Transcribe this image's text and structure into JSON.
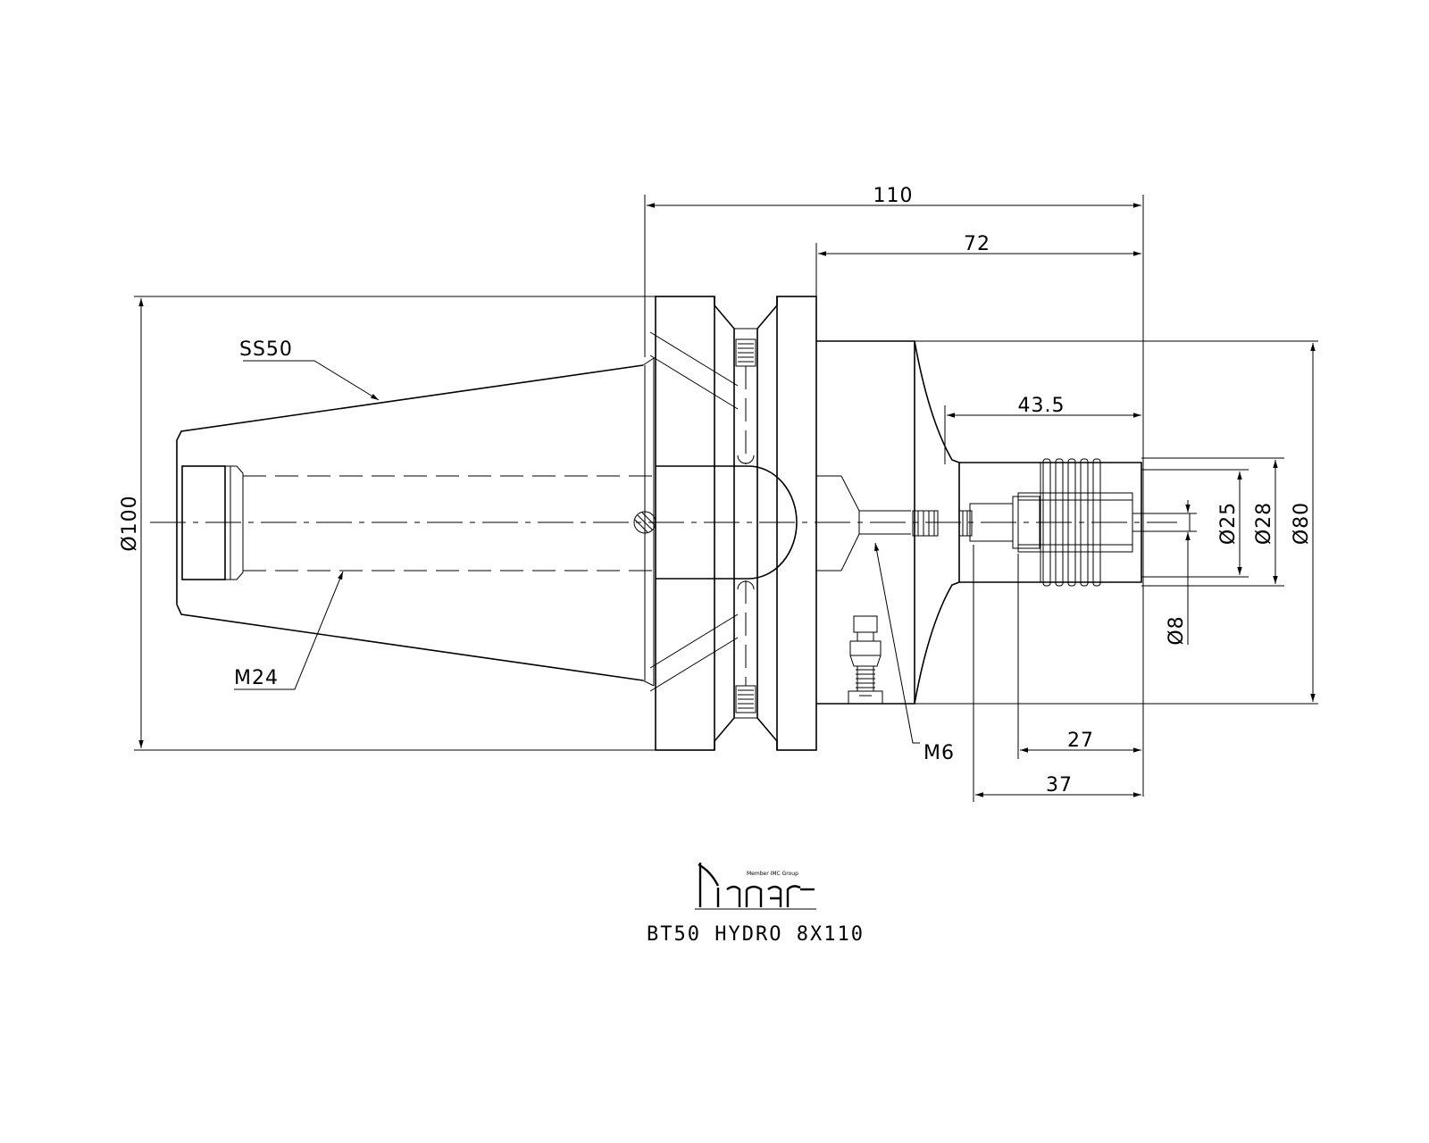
{
  "dimensions": {
    "overall_length": "110",
    "flange_to_tip": "72",
    "shank_length": "43.5",
    "clamp_length": "27",
    "bore_depth": "37",
    "taper_diameter": "Ø100",
    "body_diameter": "Ø80",
    "nose_diameter_outer": "Ø28",
    "nose_diameter_inner": "Ø25",
    "bore_diameter": "Ø8"
  },
  "callouts": {
    "taper": "SS50",
    "retention_thread": "M24",
    "set_screw": "M6"
  },
  "logo": {
    "tagline": "Member IMC Group",
    "brand": "iscar"
  },
  "caption": "BT50 HYDRO 8X110"
}
